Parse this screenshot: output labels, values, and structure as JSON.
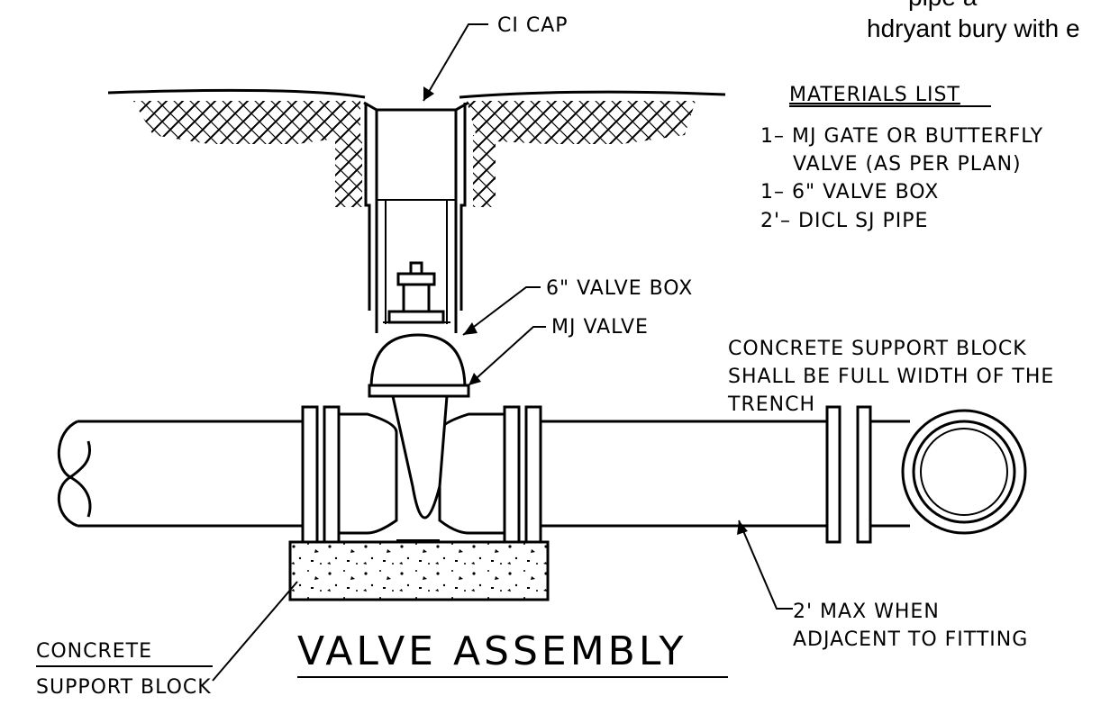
{
  "top_note": {
    "line1": "pipe a",
    "line2": "hdryant bury with e"
  },
  "title": "VALVE ASSEMBLY",
  "materials": {
    "heading": "MATERIALS LIST",
    "items": [
      "1– MJ GATE OR BUTTERFLY",
      "VALVE (AS PER PLAN)",
      "1– 6\" VALVE BOX",
      "2'– DICL SJ PIPE"
    ]
  },
  "labels": {
    "ci_cap": "CI CAP",
    "valve_box": "6\" VALVE BOX",
    "mj_valve": "MJ VALVE",
    "support_block_note_1": "CONCRETE SUPPORT BLOCK",
    "support_block_note_2": "SHALL BE FULL WIDTH OF THE",
    "support_block_note_3": "TRENCH",
    "max_note_1": "2' MAX WHEN",
    "max_note_2": "ADJACENT TO FITTING",
    "concrete_1": "CONCRETE",
    "concrete_2": "SUPPORT BLOCK"
  }
}
